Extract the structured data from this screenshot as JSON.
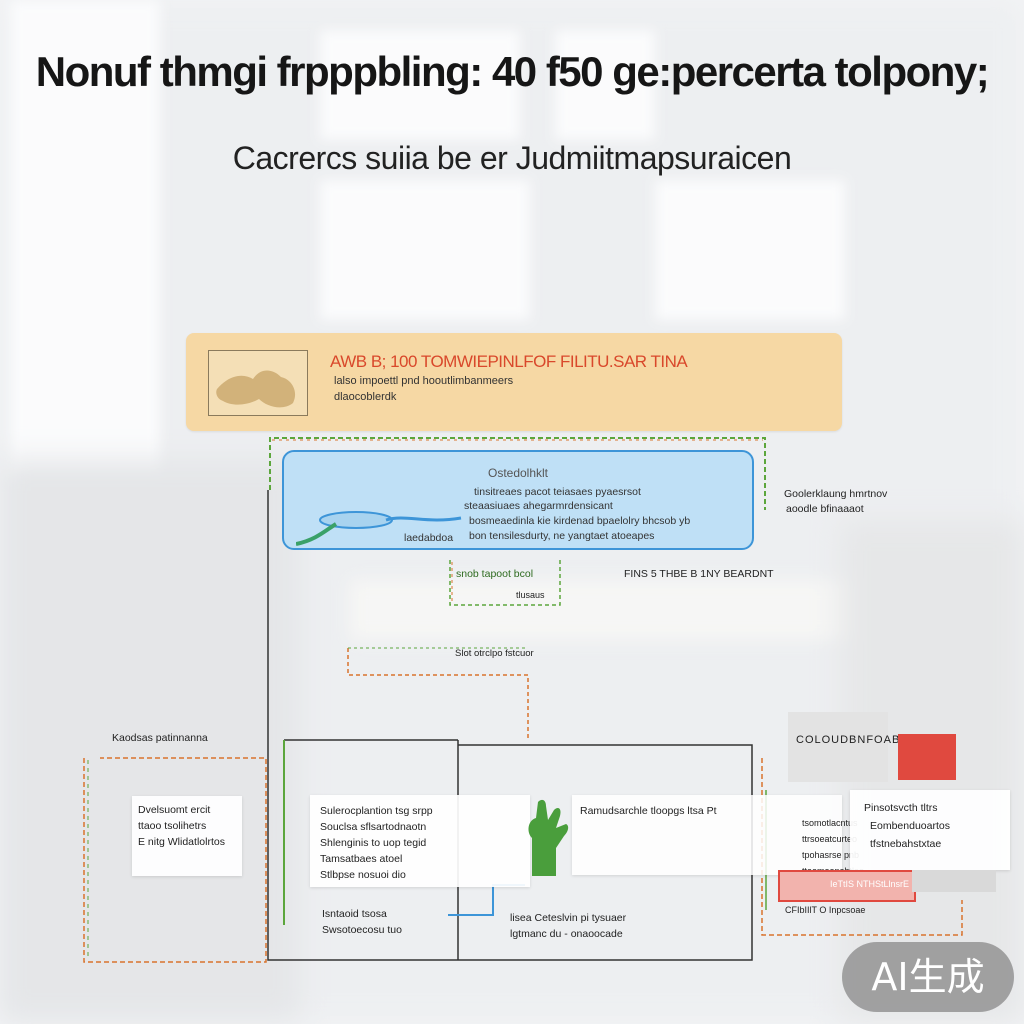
{
  "title": "Nonuf thmgi frpppbling: 40 f50 ge:percerta tolpony;",
  "subtitle": "Cacrercs suiia be er Judmiitmapsuraicen",
  "header_card": {
    "title": "AWB B; 100 TOMWIEPINLFOF FILITU.SAR TINA",
    "lines": [
      "lalso impoettl pnd hooutlimbanmeers",
      "dlaocoblerdk"
    ]
  },
  "blue_card": {
    "title": "Ostedolhklt",
    "lines": [
      "tinsitreaes  pacot  teiasaes  pyaesrsot",
      "steaasiuaes  ahegarmrdensicant",
      "bosmeaedinla  kie  kirdenad bpaelolry bhcsob  yb",
      "bon tensilesdurty,  ne  yangtaet  atoeapes"
    ],
    "tail_label": "laedabdoa"
  },
  "side_note": [
    "Goolerklaung hmrtnov",
    "aoodle bfinaaaot"
  ],
  "mid_labels": {
    "green_box": "snob tapoot bcol",
    "green_box_sub": "tlusaus",
    "right": "FINS 5 THBE B 1NY BEARDNT",
    "orange_box": "Slot otrclpo fstcuor"
  },
  "left_section": {
    "label": "Kaodsas patinnanna",
    "panel_lines": [
      "Dvelsuomt ercit",
      "ttaoo tsolihetrs",
      "E nitg Wlidatlolrtos"
    ]
  },
  "center_panel": {
    "lines": [
      "Sulerocplantion tsg srpp",
      "Souclsa sflsartodnaotn",
      "Shlenginis to uop tegid",
      "Tamsatbaes atoel",
      "Stlbpse  nosuoi dio"
    ],
    "foot_lines": [
      "Isntaoid tsosa",
      "Swsotoecosu  tuo"
    ]
  },
  "right_panel_a": {
    "lines": [
      "Ramudsarchle tloopgs ltsa Pt"
    ]
  },
  "bottom_center": [
    "lisea  Ceteslvin  pi  tysuaer",
    "lgtmanc du  -  onaoocade"
  ],
  "right_cluster": {
    "tag": "COLOUDBNFOAB",
    "panel_lines": [
      "Pinsotsvcth tltrs",
      "Eombenduoartos",
      "tfstnebahstxtae"
    ],
    "side_lines": [
      "tsomotlacntus",
      "ttrsoeatcurteo",
      "tpohasrse  pnb",
      "ttaemoonabtlao"
    ],
    "red_bar": "IeTtIS   NTHStLlnsrE",
    "foot": "CFIbIIlT O Inpcsoae"
  },
  "badge": "AI生成",
  "colors": {
    "header_fill": "#f6d8a4",
    "header_title": "#d9482b",
    "blue_fill": "#bfe0f6",
    "blue_border": "#3d95d8",
    "wire_green": "#5ca63c",
    "wire_orange": "#d9742d",
    "wire_black": "#333333"
  }
}
